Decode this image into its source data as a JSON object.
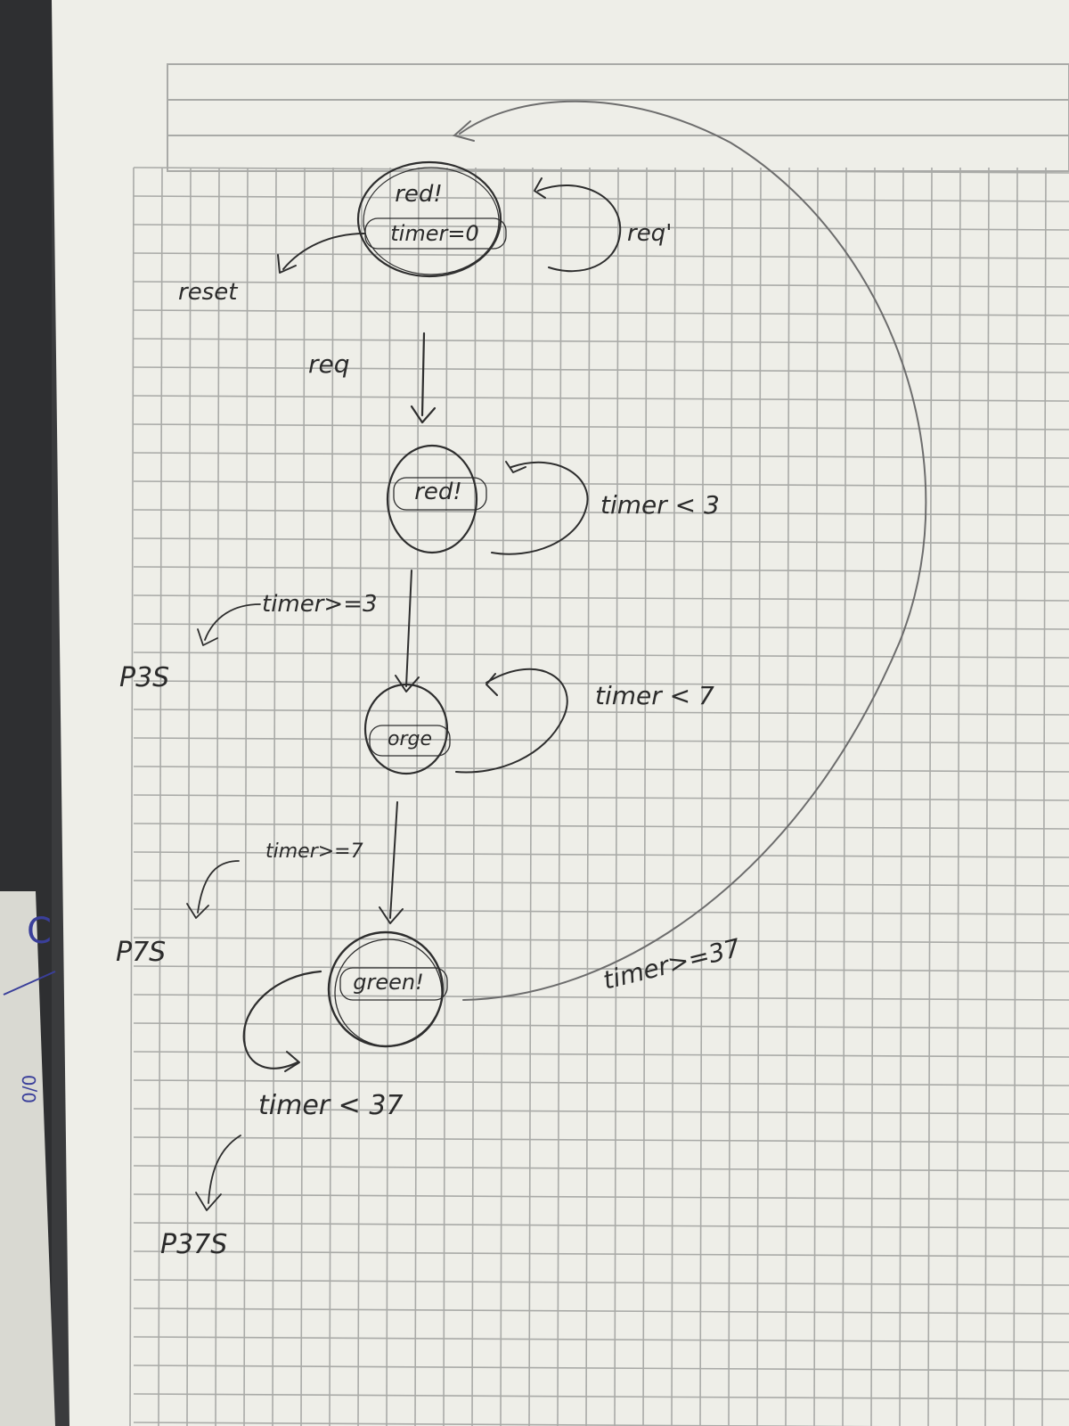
{
  "diagram": {
    "states": {
      "s0": {
        "line1": "red!",
        "line2": "timer=0"
      },
      "s1": {
        "label": "red!"
      },
      "s2": {
        "label": "orge"
      },
      "s3": {
        "label": "green!"
      }
    },
    "edges": {
      "reset": "reset",
      "req_self": "req'",
      "req": "req",
      "timer_lt_3": "timer < 3",
      "timer_ge_3": "timer>=3",
      "timer_lt_7": "timer < 7",
      "timer_ge_7": "timer>=7",
      "timer_lt_37": "timer < 37",
      "timer_ge_37": "timer>=37"
    },
    "outputs": {
      "p3s": "P3S",
      "p7s": "P7S",
      "p37s": "P37S"
    },
    "margin_marks": {
      "letter": "C",
      "fraction": "0/0"
    }
  },
  "colors": {
    "paper": "#eeeee8",
    "grid": "#a9aaa7",
    "ink": "#2e2e2e",
    "pencil": "#6d6d6d",
    "blue_ink": "#3a3f9a"
  }
}
